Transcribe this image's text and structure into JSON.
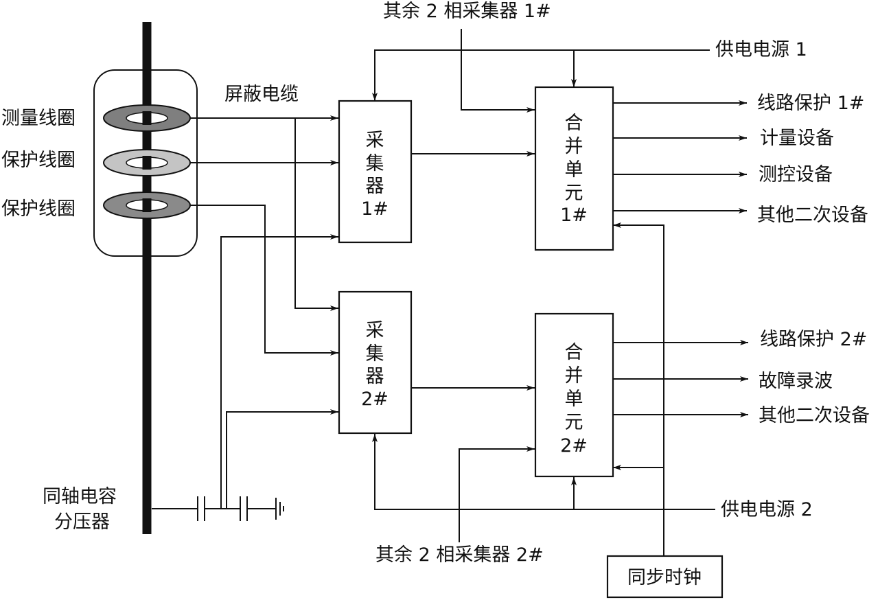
{
  "labels": {
    "top_input_1": "其余 2 相采集器 1#",
    "power_1": "供电电源 1",
    "shield_cable": "屏蔽电缆",
    "coil_measure": "测量线圈",
    "coil_protect_a": "保护线圈",
    "coil_protect_b": "保护线圈",
    "divider_line1": "同轴电容",
    "divider_line2": "分压器",
    "power_2": "供电电源 2",
    "bottom_input_2": "其余 2 相采集器 2#",
    "sync_clock": "同步时钟"
  },
  "boxes": {
    "collector_1": [
      "采",
      "集",
      "器",
      "1#"
    ],
    "collector_2": [
      "采",
      "集",
      "器",
      "2#"
    ],
    "merging_1": [
      "合",
      "并",
      "单",
      "元",
      "1#"
    ],
    "merging_2": [
      "合",
      "并",
      "单",
      "元",
      "2#"
    ]
  },
  "outputs_1": [
    "线路保护 1#",
    "计量设备",
    "测控设备",
    "其他二次设备"
  ],
  "outputs_2": [
    "线路保护 2#",
    "故障录波",
    "其他二次设备"
  ],
  "colors": {
    "line": "#111111",
    "coil_measure_ring": "#7f7f7f",
    "coil_protect_a_ring": "#c4c4c4",
    "coil_protect_b_ring": "#8a8a8a"
  }
}
